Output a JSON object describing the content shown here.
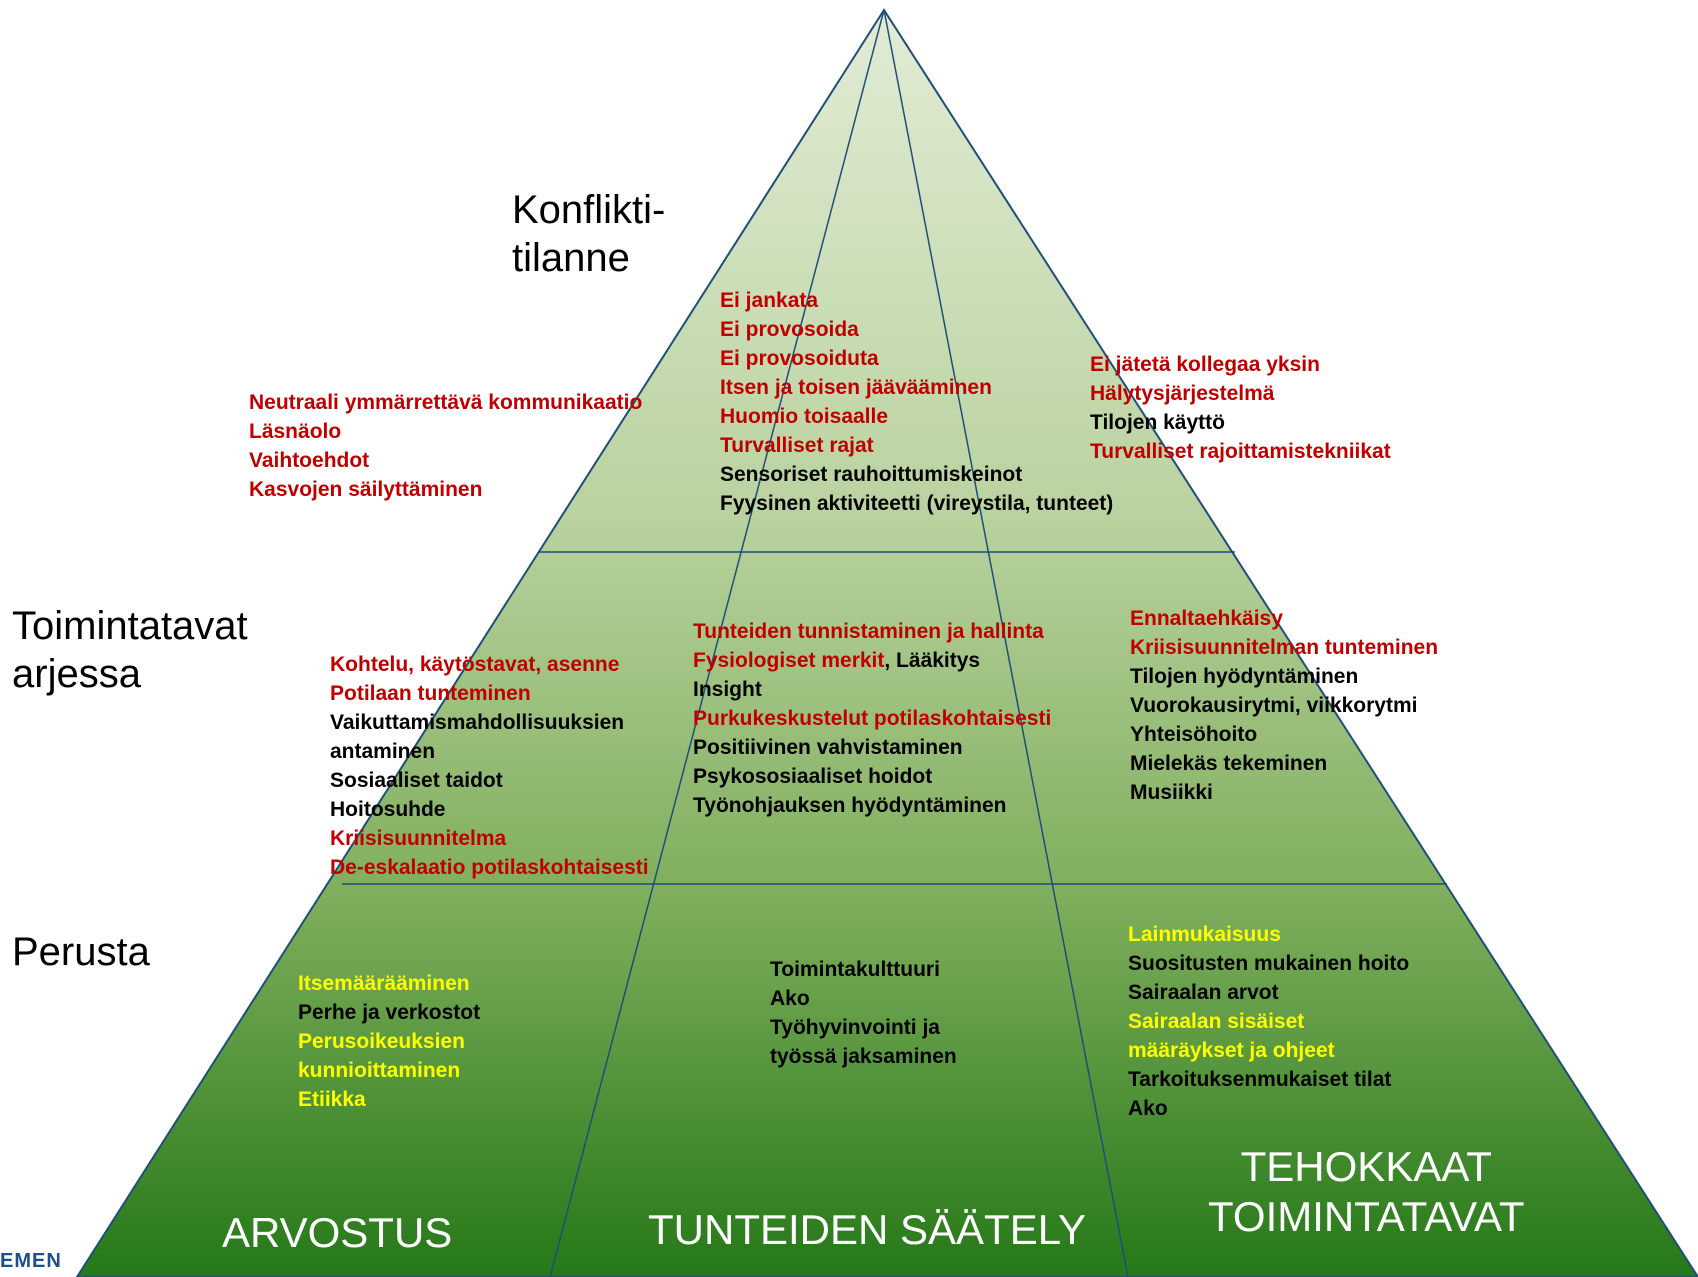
{
  "levels": {
    "top": "Konflikti-\ntilanne",
    "middle": "Toimintatavat\narjessa",
    "bottom": "Perusta"
  },
  "columns": [
    "ARVOSTUS",
    "TUNTEIDEN SÄÄTELY",
    "TEHOKKAAT\nTOIMINTATAVAT"
  ],
  "blocks": {
    "top_left": [
      {
        "t": "Neutraali ymmärrettävä kommunikaatio",
        "c": "red"
      },
      {
        "t": "Läsnäolo",
        "c": "red"
      },
      {
        "t": "Vaihtoehdot",
        "c": "red"
      },
      {
        "t": "Kasvojen säilyttäminen",
        "c": "red"
      }
    ],
    "top_center": [
      {
        "t": "Ei jankata",
        "c": "red"
      },
      {
        "t": "Ei provosoida",
        "c": "red"
      },
      {
        "t": "Ei provosoiduta",
        "c": "red"
      },
      {
        "t": "Itsen ja toisen jäävääminen",
        "c": "red"
      },
      {
        "t": "Huomio toisaalle",
        "c": "red"
      },
      {
        "t": "Turvalliset rajat",
        "c": "red"
      },
      {
        "t": "Sensoriset rauhoittumiskeinot",
        "c": "black"
      },
      {
        "t": "Fyysinen aktiviteetti (vireystila, tunteet)",
        "c": "black"
      }
    ],
    "top_right": [
      {
        "t": "Ei jätetä kollegaa yksin",
        "c": "red"
      },
      {
        "t": "Hälytysjärjestelmä",
        "c": "red"
      },
      {
        "t": "Tilojen käyttö",
        "c": "black"
      },
      {
        "t": "Turvalliset rajoittamistekniikat",
        "c": "red"
      }
    ],
    "mid_left": [
      {
        "t": "Kohtelu, käytöstavat, asenne",
        "c": "red"
      },
      {
        "t": "Potilaan tunteminen",
        "c": "red"
      },
      {
        "t": "Vaikuttamismahdollisuuksien",
        "c": "black"
      },
      {
        "t": "antaminen",
        "c": "black"
      },
      {
        "t": "Sosiaaliset taidot",
        "c": "black"
      },
      {
        "t": "Hoitosuhde",
        "c": "black"
      },
      {
        "t": "Kriisisuunnitelma",
        "c": "red"
      },
      {
        "t": "De-eskalaatio potilaskohtaisesti",
        "c": "red"
      }
    ],
    "mid_center": [
      {
        "t": "Tunteiden tunnistaminen ja hallinta",
        "c": "red"
      },
      {
        "t": "Fysiologiset merkit",
        "c": "red",
        "suffix": ", Lääkitys"
      },
      {
        "t": "Insight",
        "c": "black"
      },
      {
        "t": "Purkukeskustelut potilaskohtaisesti",
        "c": "red"
      },
      {
        "t": "Positiivinen vahvistaminen",
        "c": "black"
      },
      {
        "t": "Psykososiaaliset hoidot",
        "c": "black"
      },
      {
        "t": "Työnohjauksen hyödyntäminen",
        "c": "black"
      }
    ],
    "mid_right": [
      {
        "t": "Ennaltaehkäisy",
        "c": "red"
      },
      {
        "t": "Kriisisuunnitelman tunteminen",
        "c": "red"
      },
      {
        "t": "Tilojen hyödyntäminen",
        "c": "black"
      },
      {
        "t": "Vuorokausirytmi, viikkorytmi",
        "c": "black"
      },
      {
        "t": "Yhteisöhoito",
        "c": "black"
      },
      {
        "t": "Mielekäs tekeminen",
        "c": "black"
      },
      {
        "t": "Musiikki",
        "c": "black"
      }
    ],
    "bot_left": [
      {
        "t": "Itsemäärääminen",
        "c": "yellow"
      },
      {
        "t": "Perhe ja verkostot",
        "c": "black"
      },
      {
        "t": "Perusoikeuksien",
        "c": "yellow"
      },
      {
        "t": "kunnioittaminen",
        "c": "yellow"
      },
      {
        "t": "Etiikka",
        "c": "yellow"
      }
    ],
    "bot_center": [
      {
        "t": "Toimintakulttuuri",
        "c": "black"
      },
      {
        "t": "Ako",
        "c": "black"
      },
      {
        "t": "Työhyvinvointi ja",
        "c": "black"
      },
      {
        "t": "työssä jaksaminen",
        "c": "black"
      }
    ],
    "bot_right": [
      {
        "t": "Lainmukaisuus",
        "c": "yellow"
      },
      {
        "t": "Suositusten mukainen hoito",
        "c": "black"
      },
      {
        "t": "Sairaalan arvot",
        "c": "black"
      },
      {
        "t": "Sairaalan sisäiset",
        "c": "yellow"
      },
      {
        "t": "määräykset ja ohjeet",
        "c": "yellow"
      },
      {
        "t": "Tarkoituksenmukaiset tilat",
        "c": "black"
      },
      {
        "t": "Ako",
        "c": "black"
      }
    ]
  },
  "logo_fragment": "EMEN",
  "colors": {
    "top_fill": "#dde9cd",
    "bottom_fill": "#2d7a20",
    "divider": "#1f4e79",
    "heading_red": "#c00000",
    "highlight_yellow": "#ffff00"
  }
}
